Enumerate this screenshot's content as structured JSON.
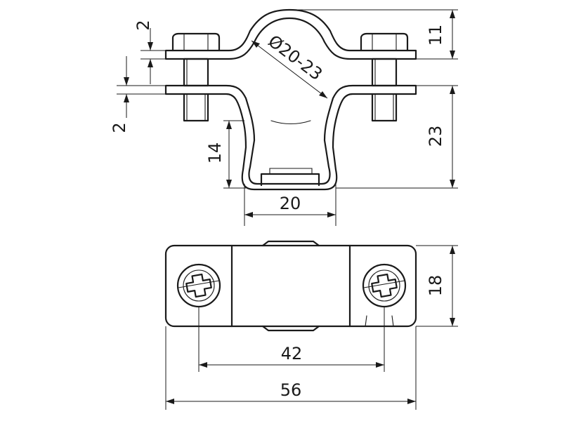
{
  "drawing": {
    "side_view": {
      "plate_thickness_top": "2",
      "plate_thickness_bottom": "2",
      "diameter": "Ø20-23",
      "top_height": "11",
      "height": "23",
      "saddle_depth": "14",
      "saddle_width": "20"
    },
    "top_view": {
      "width": "18",
      "hole_spacing": "42",
      "total_length": "56"
    }
  }
}
